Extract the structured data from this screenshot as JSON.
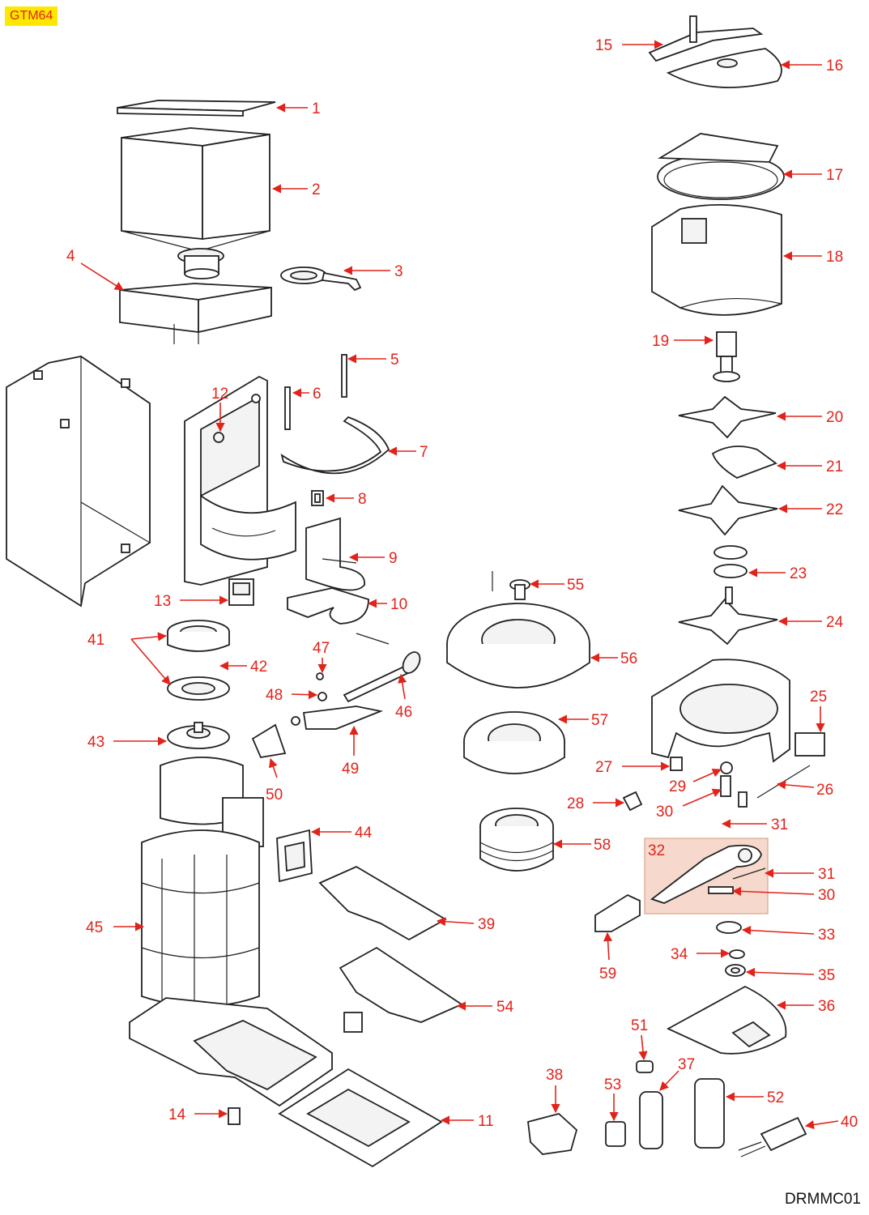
{
  "header": {
    "model_code": "GTM64"
  },
  "footer": {
    "drawing_code": "DRMMC01"
  },
  "colors": {
    "label": "#e2231a",
    "badge_bg": "#ffe800",
    "group_box": "#f6d9cc",
    "line": "#222222"
  },
  "group_box": {
    "label": "32"
  },
  "callouts": [
    {
      "id": "1",
      "label": "1"
    },
    {
      "id": "2",
      "label": "2"
    },
    {
      "id": "3",
      "label": "3"
    },
    {
      "id": "4",
      "label": "4"
    },
    {
      "id": "5",
      "label": "5"
    },
    {
      "id": "6",
      "label": "6"
    },
    {
      "id": "7",
      "label": "7"
    },
    {
      "id": "8",
      "label": "8"
    },
    {
      "id": "9",
      "label": "9"
    },
    {
      "id": "10",
      "label": "10"
    },
    {
      "id": "11",
      "label": "11"
    },
    {
      "id": "12",
      "label": "12"
    },
    {
      "id": "13",
      "label": "13"
    },
    {
      "id": "14",
      "label": "14"
    },
    {
      "id": "15",
      "label": "15"
    },
    {
      "id": "16",
      "label": "16"
    },
    {
      "id": "17",
      "label": "17"
    },
    {
      "id": "18",
      "label": "18"
    },
    {
      "id": "19",
      "label": "19"
    },
    {
      "id": "20",
      "label": "20"
    },
    {
      "id": "21",
      "label": "21"
    },
    {
      "id": "22",
      "label": "22"
    },
    {
      "id": "23",
      "label": "23"
    },
    {
      "id": "24",
      "label": "24"
    },
    {
      "id": "25",
      "label": "25"
    },
    {
      "id": "26",
      "label": "26"
    },
    {
      "id": "27",
      "label": "27"
    },
    {
      "id": "28",
      "label": "28"
    },
    {
      "id": "29",
      "label": "29"
    },
    {
      "id": "30a",
      "label": "30"
    },
    {
      "id": "31a",
      "label": "31"
    },
    {
      "id": "31b",
      "label": "31"
    },
    {
      "id": "30b",
      "label": "30"
    },
    {
      "id": "33",
      "label": "33"
    },
    {
      "id": "34",
      "label": "34"
    },
    {
      "id": "35",
      "label": "35"
    },
    {
      "id": "36",
      "label": "36"
    },
    {
      "id": "37",
      "label": "37"
    },
    {
      "id": "38",
      "label": "38"
    },
    {
      "id": "39",
      "label": "39"
    },
    {
      "id": "40",
      "label": "40"
    },
    {
      "id": "41",
      "label": "41"
    },
    {
      "id": "42",
      "label": "42"
    },
    {
      "id": "43",
      "label": "43"
    },
    {
      "id": "44",
      "label": "44"
    },
    {
      "id": "45",
      "label": "45"
    },
    {
      "id": "46",
      "label": "46"
    },
    {
      "id": "47",
      "label": "47"
    },
    {
      "id": "48",
      "label": "48"
    },
    {
      "id": "49",
      "label": "49"
    },
    {
      "id": "50",
      "label": "50"
    },
    {
      "id": "51",
      "label": "51"
    },
    {
      "id": "52",
      "label": "52"
    },
    {
      "id": "53",
      "label": "53"
    },
    {
      "id": "54",
      "label": "54"
    },
    {
      "id": "55",
      "label": "55"
    },
    {
      "id": "56",
      "label": "56"
    },
    {
      "id": "57",
      "label": "57"
    },
    {
      "id": "58",
      "label": "58"
    },
    {
      "id": "59",
      "label": "59"
    }
  ]
}
